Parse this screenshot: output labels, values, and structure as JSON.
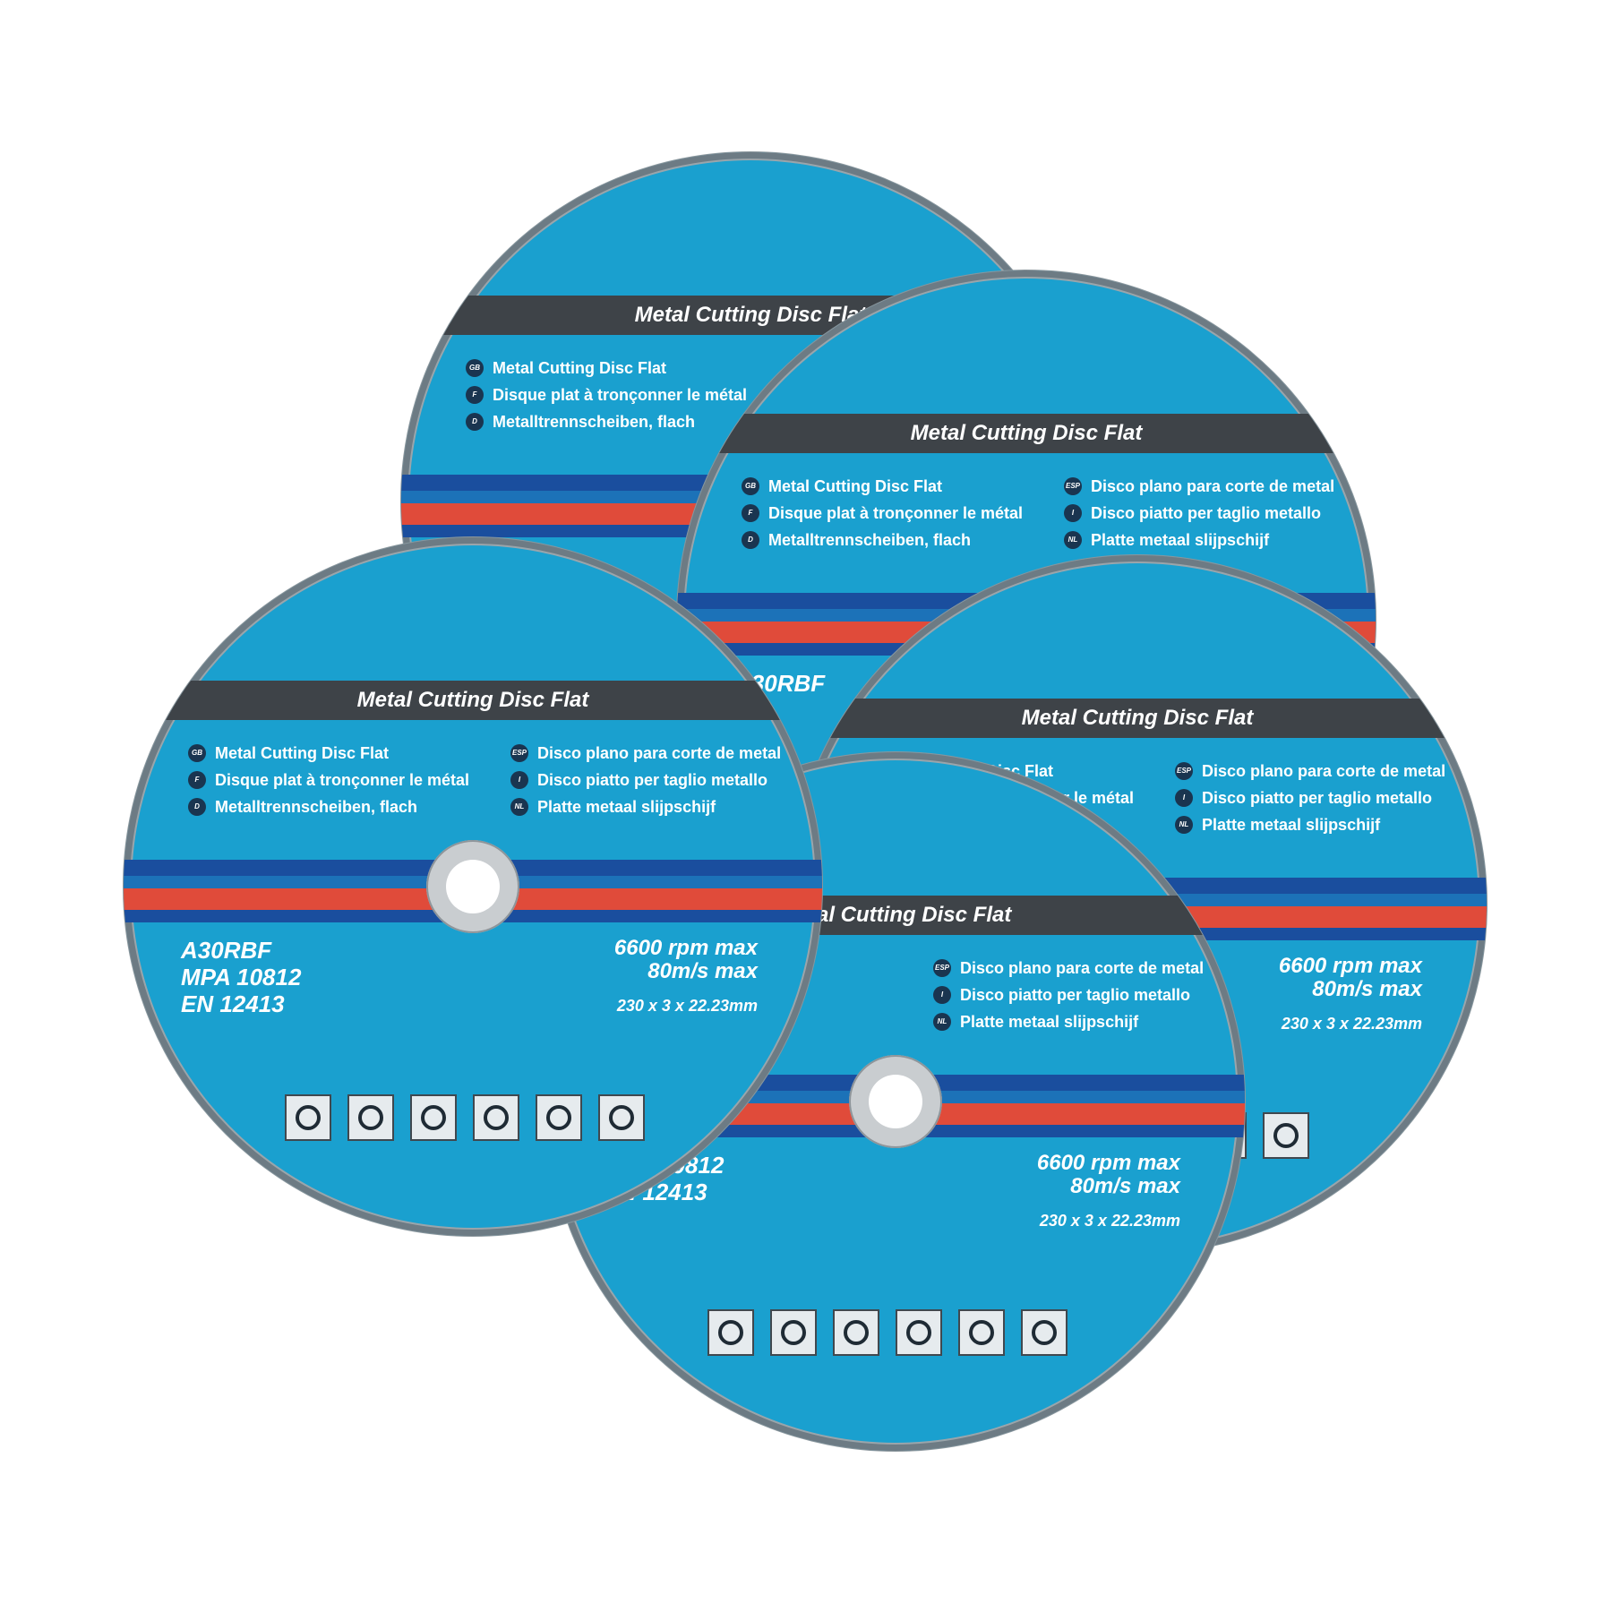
{
  "product": {
    "title": "Metal Cutting Disc Flat",
    "languages_left": [
      {
        "code": "GB",
        "text": "Metal Cutting Disc Flat"
      },
      {
        "code": "F",
        "text": "Disque plat à tronçonner le métal"
      },
      {
        "code": "D",
        "text": "Metalltrennscheiben, flach"
      }
    ],
    "languages_right": [
      {
        "code": "ESP",
        "text": "Disco plano para corte de metal"
      },
      {
        "code": "I",
        "text": "Disco piatto per taglio metallo"
      },
      {
        "code": "NL",
        "text": "Platte metaal slijpschijf"
      }
    ],
    "model": "A30RBF",
    "mpa": "MPA 10812",
    "standard": "EN 12413",
    "rpm": "6600 rpm max",
    "speed": "80m/s max",
    "dimensions": "230 x 3 x 22.23mm"
  },
  "safety_icons": [
    "helmet-mask-icon",
    "gloves-icon",
    "no-handheld-icon",
    "no-damage-icon",
    "steel-beam-icon",
    "read-manual-icon"
  ],
  "colors": {
    "disc_blue": "#1aa0cf",
    "band_dark": "#3e4348",
    "stripe_red": "#e04b3a",
    "stripe_navy": "#1a4e9e"
  }
}
